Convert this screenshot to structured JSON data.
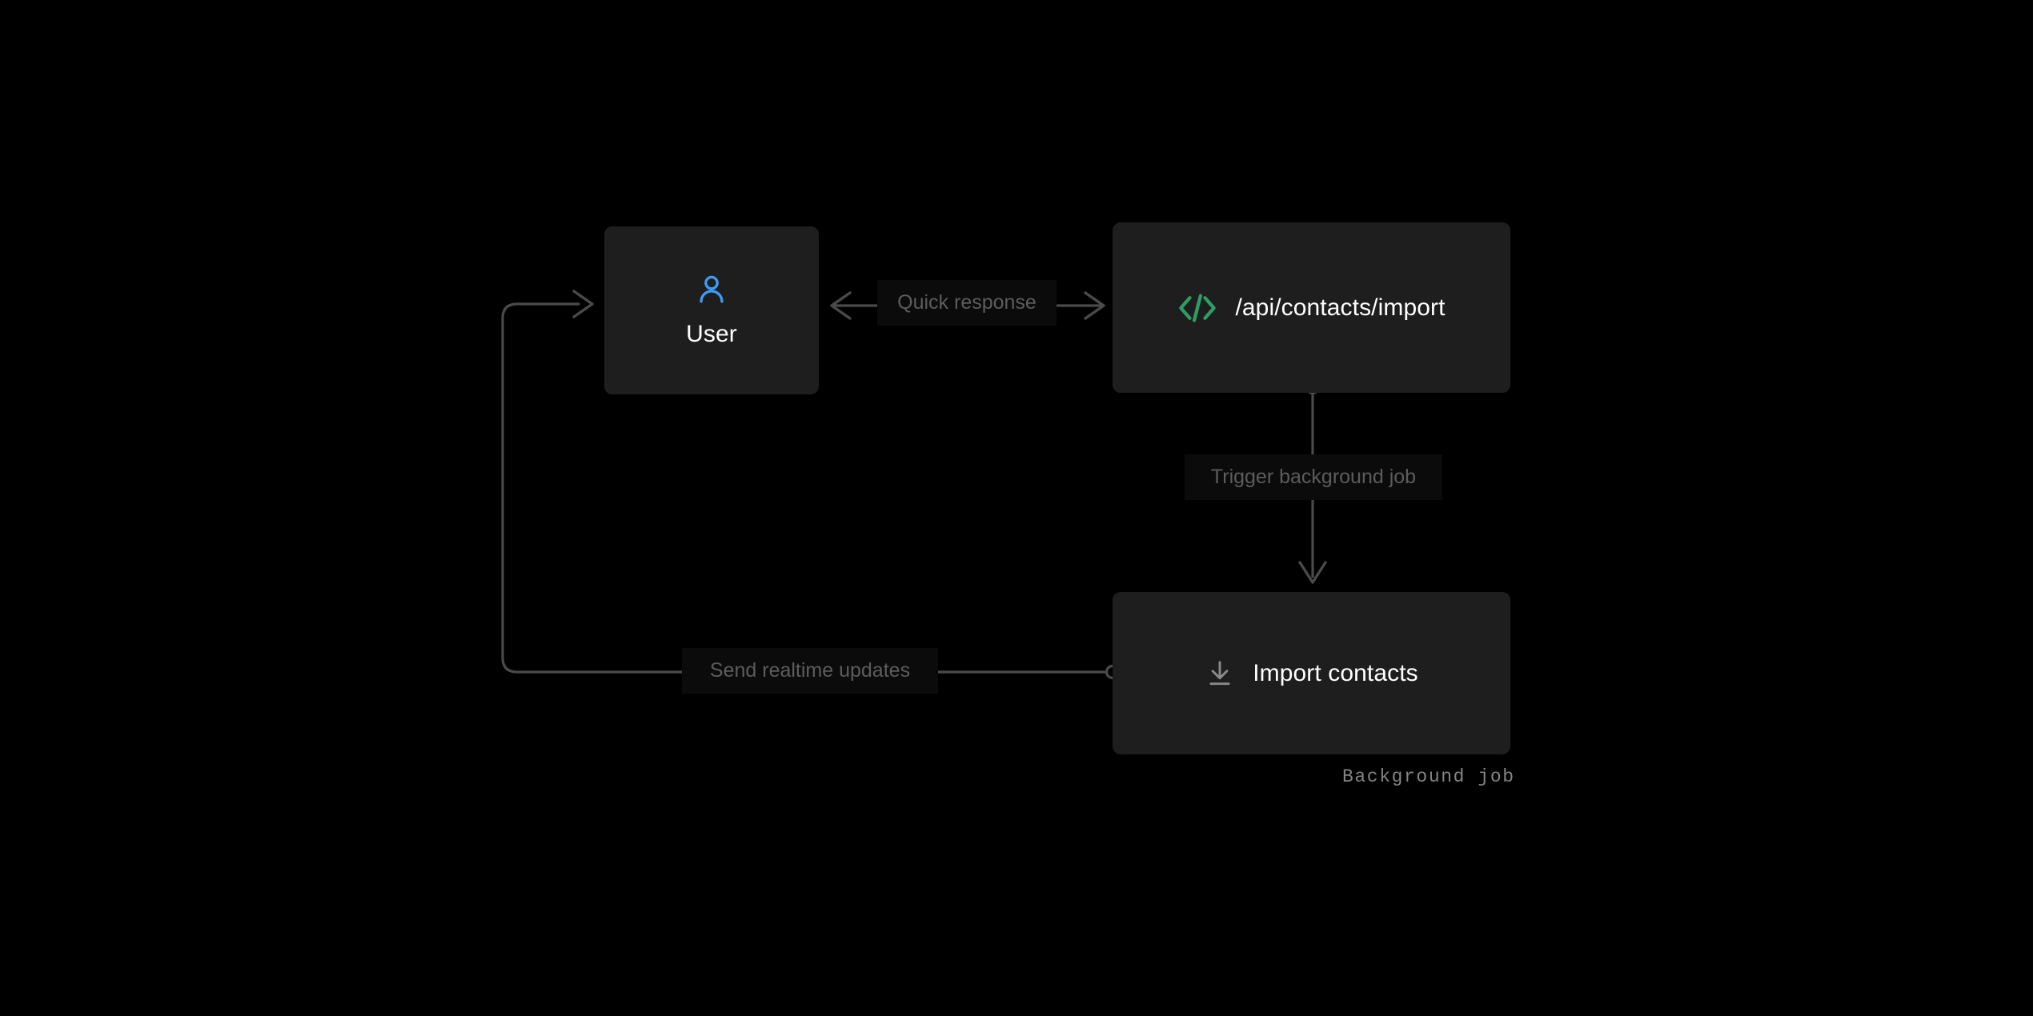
{
  "diagram": {
    "type": "flow-diagram",
    "background_color": "#000000",
    "node_color": "#1e1e1e",
    "edge_color": "#4a4a4a",
    "edge_label_color": "#5c5c5c",
    "node_label_color": "#ffffff",
    "accent_blue": "#3d9bf5",
    "accent_green": "#2f9e63",
    "annotation_color": "#838383"
  },
  "nodes": [
    {
      "id": "user",
      "label": "User",
      "icon": "user-icon",
      "icon_color": "#3d9bf5",
      "layout": "stacked"
    },
    {
      "id": "api",
      "label": "/api/contacts/import",
      "icon": "code-brackets-icon",
      "icon_color": "#2f9e63",
      "layout": "inline"
    },
    {
      "id": "import",
      "label": "Import contacts",
      "icon": "download-icon",
      "icon_color": "#8a8a8a",
      "layout": "inline",
      "annotation": "Background job"
    }
  ],
  "edges": [
    {
      "id": "user-api",
      "label": "Quick response",
      "from": "user",
      "to": "api",
      "direction": "bidirectional"
    },
    {
      "id": "api-import",
      "label": "Trigger background job",
      "from": "api",
      "to": "import",
      "direction": "forward",
      "source_marker": "circle",
      "target_marker": "arrow"
    },
    {
      "id": "import-user",
      "label": "Send realtime updates",
      "from": "import",
      "to": "user",
      "direction": "forward",
      "source_marker": "circle",
      "target_marker": "arrow"
    }
  ],
  "annotations": [
    {
      "id": "background-job",
      "text": "Background job",
      "attached_to": "import"
    }
  ]
}
